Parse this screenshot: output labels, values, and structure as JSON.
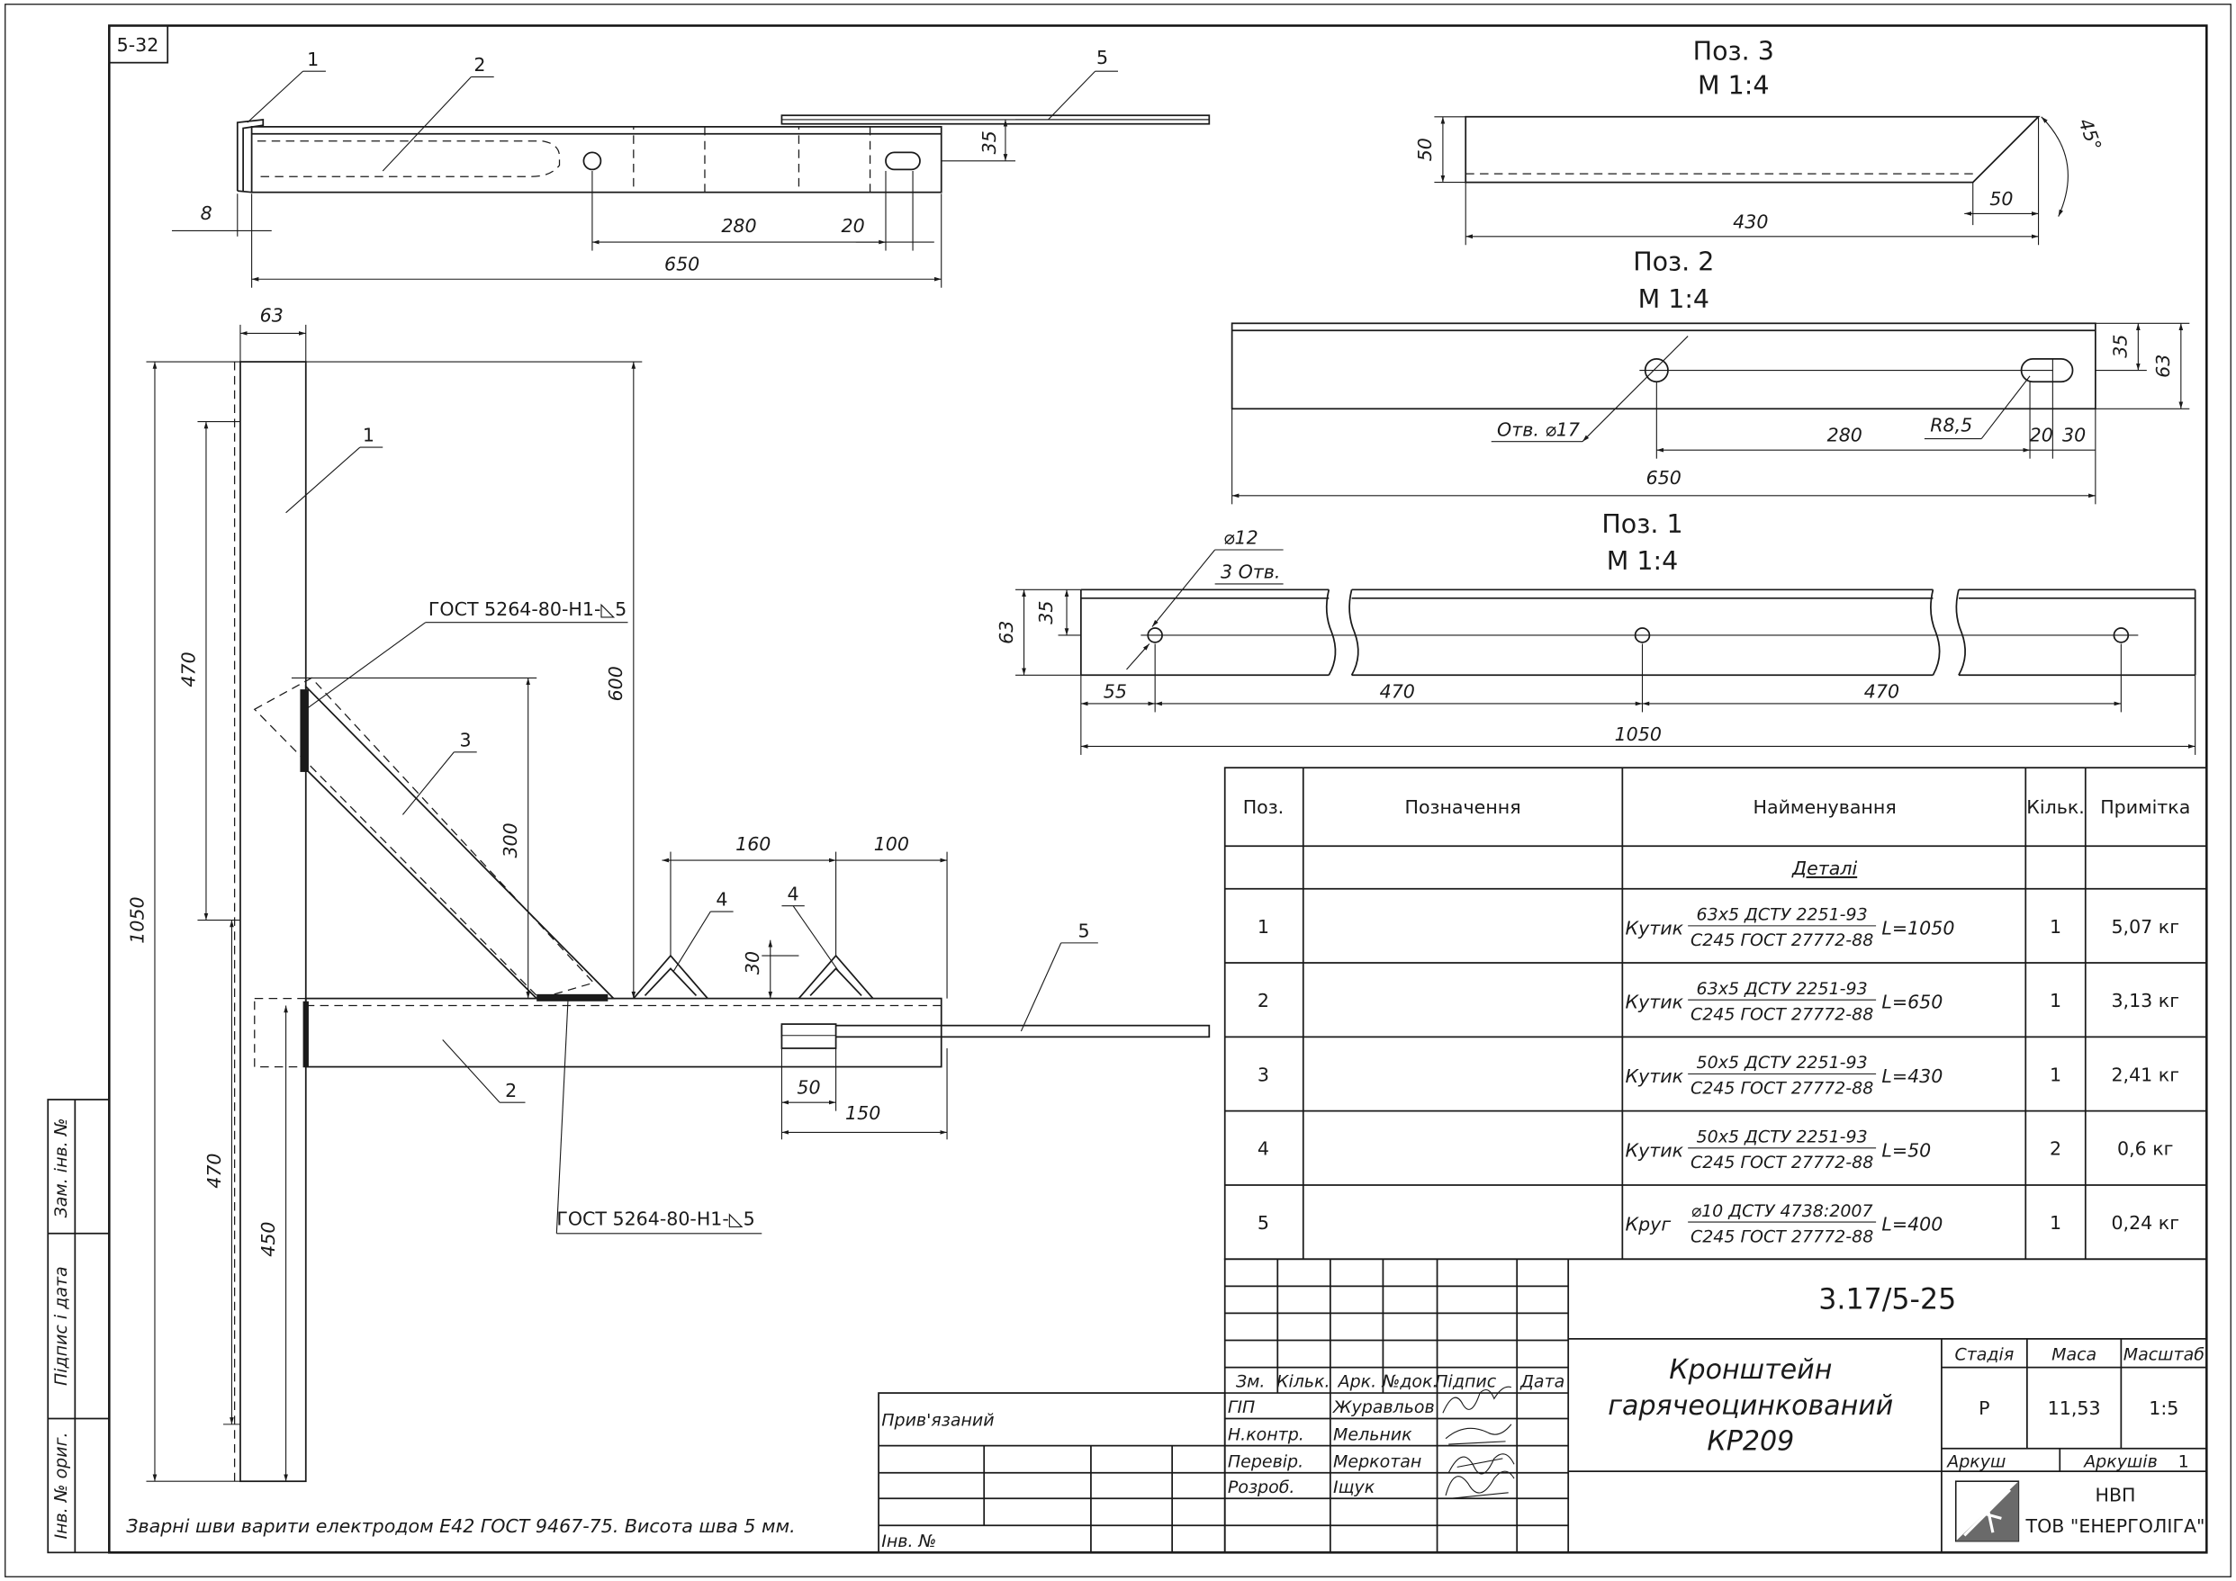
{
  "sheet": {
    "code": "5-32",
    "weld_note": "Зварні шви варити електродом Е42 ГОСТ 9467-75. Висота шва 5 мм."
  },
  "side_strip": {
    "zam_inv": "Зам. інв. №",
    "pidpys_data": "Підпис і дата",
    "inv_orig": "Інв. № ориг."
  },
  "views": {
    "top": {
      "callouts": [
        "1",
        "2",
        "5"
      ],
      "dims": [
        "8",
        "280",
        "20",
        "650",
        "35"
      ]
    },
    "main": {
      "callouts": [
        "1",
        "3",
        "2",
        "4",
        "4",
        "5"
      ],
      "dims": [
        "63",
        "470",
        "1050",
        "470",
        "450",
        "600",
        "300",
        "160",
        "100",
        "30",
        "50",
        "150"
      ],
      "weld_note_1": "ГОСТ 5264-80-Н1-◺5",
      "weld_note_2": "ГОСТ 5264-80-Н1-◺5"
    },
    "poz3": {
      "title": "Поз. 3",
      "scale": "М 1:4",
      "dims": [
        "50",
        "45°",
        "50",
        "430"
      ]
    },
    "poz2": {
      "title": "Поз. 2",
      "scale": "М 1:4",
      "hole_label": "Отв. ⌀17",
      "slot_label": "R8,5",
      "dims": [
        "35",
        "63",
        "280",
        "20",
        "30",
        "650"
      ]
    },
    "poz1": {
      "title": "Поз. 1",
      "scale": "М 1:4",
      "hole_dia": "⌀12",
      "hole_count": "3 Отв.",
      "dims": [
        "35",
        "63",
        "55",
        "470",
        "470",
        "1050"
      ]
    }
  },
  "spec_table": {
    "headers": [
      "Поз.",
      "Позначення",
      "Найменування",
      "Кільк.",
      "Примітка"
    ],
    "section": "Деталі",
    "rows": [
      {
        "pos": "1",
        "designation": "",
        "prefix": "Кутик",
        "top": "63х5 ДСТУ 2251-93",
        "bottom": "С245 ГОСТ 27772-88",
        "length": "L=1050",
        "qty": "1",
        "note": "5,07 кг"
      },
      {
        "pos": "2",
        "designation": "",
        "prefix": "Кутик",
        "top": "63х5 ДСТУ 2251-93",
        "bottom": "С245 ГОСТ 27772-88",
        "length": "L=650",
        "qty": "1",
        "note": "3,13 кг"
      },
      {
        "pos": "3",
        "designation": "",
        "prefix": "Кутик",
        "top": "50х5 ДСТУ 2251-93",
        "bottom": "С245 ГОСТ 27772-88",
        "length": "L=430",
        "qty": "1",
        "note": "2,41 кг"
      },
      {
        "pos": "4",
        "designation": "",
        "prefix": "Кутик",
        "top": "50х5 ДСТУ 2251-93",
        "bottom": "С245 ГОСТ 27772-88",
        "length": "L=50",
        "qty": "2",
        "note": "0,6 кг"
      },
      {
        "pos": "5",
        "designation": "",
        "prefix": "Круг",
        "top": "⌀10 ДСТУ 4738:2007",
        "bottom": "С245 ГОСТ 27772-88",
        "length": "L=400",
        "qty": "1",
        "note": "0,24 кг"
      }
    ]
  },
  "title_block": {
    "doc_number": "3.17/5-25",
    "name_line1": "Кронштейн",
    "name_line2": "гарячеоцинкований",
    "name_line3": "КР209",
    "headers": [
      "Зм.",
      "Кільк.",
      "Арк.",
      "№док.",
      "Підпис",
      "Дата"
    ],
    "roles": [
      "ГІП",
      "Н.контр.",
      "Перевір.",
      "Розроб."
    ],
    "names": [
      "Журавльов",
      "Мельник",
      "Меркотан",
      "Іщук"
    ],
    "stage_label": "Стадія",
    "mass_label": "Маса",
    "scale_label": "Масштаб",
    "stage": "Р",
    "mass": "11,53",
    "scale": "1:5",
    "sheet_label": "Аркуш",
    "sheets_label": "Аркушів",
    "sheets": "1",
    "company_line1": "НВП",
    "company_line2": "ТОВ \"ЕНЕРГОЛІГА\"",
    "bound_label": "Прив'язаний",
    "inv_label": "Інв. №"
  }
}
